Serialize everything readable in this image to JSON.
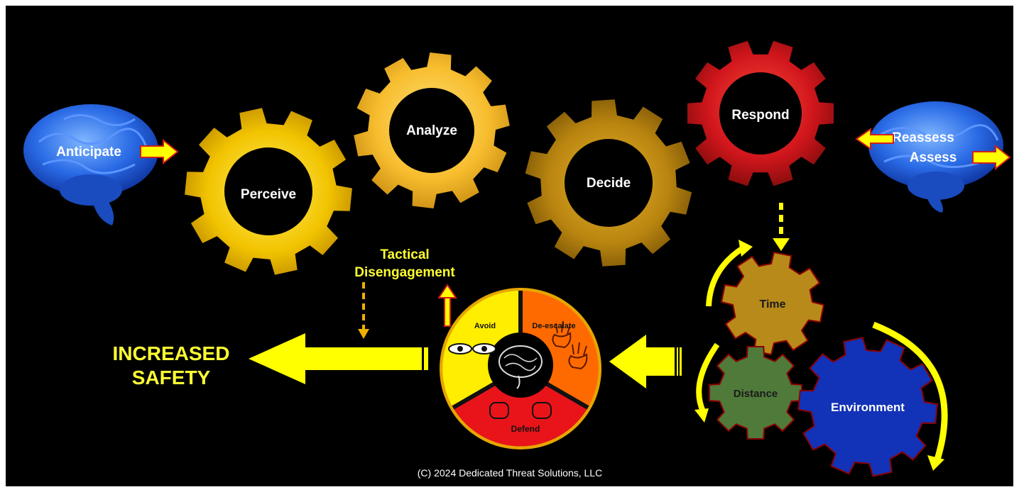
{
  "colors": {
    "background": "#000000",
    "gear_gold": "#f5b400",
    "gear_amber": "#f8c53a",
    "gear_dark_gold": "#c9900a",
    "gear_red": "#c8121a",
    "gear_tan": "#b88a1a",
    "gear_green": "#4f7a3a",
    "gear_blue": "#1232b8",
    "arrow_yellow": "#ffff00",
    "brain_blue": "#1f5fdc",
    "text_yellow": "#ffff33"
  },
  "brain_left": {
    "label": "Anticipate",
    "icon": "brain-icon"
  },
  "brain_right": {
    "label_top": "Reassess",
    "label_bottom": "Assess",
    "icon": "brain-icon"
  },
  "gears": {
    "perceive": "Perceive",
    "analyze": "Analyze",
    "decide": "Decide",
    "respond": "Respond",
    "time": "Time",
    "distance": "Distance",
    "environment": "Environment"
  },
  "wheel": {
    "avoid": "Avoid",
    "deescalate": "De-escalate",
    "defend": "Defend",
    "icons": [
      "eyes-icon",
      "open-hands-icon",
      "fists-icon",
      "brain-icon"
    ]
  },
  "tactical": {
    "line1": "Tactical",
    "line2": "Disengagement"
  },
  "outcome": {
    "line1": "INCREASED",
    "line2": "SAFETY"
  },
  "footer": "(C) 2024 Dedicated Threat Solutions, LLC"
}
